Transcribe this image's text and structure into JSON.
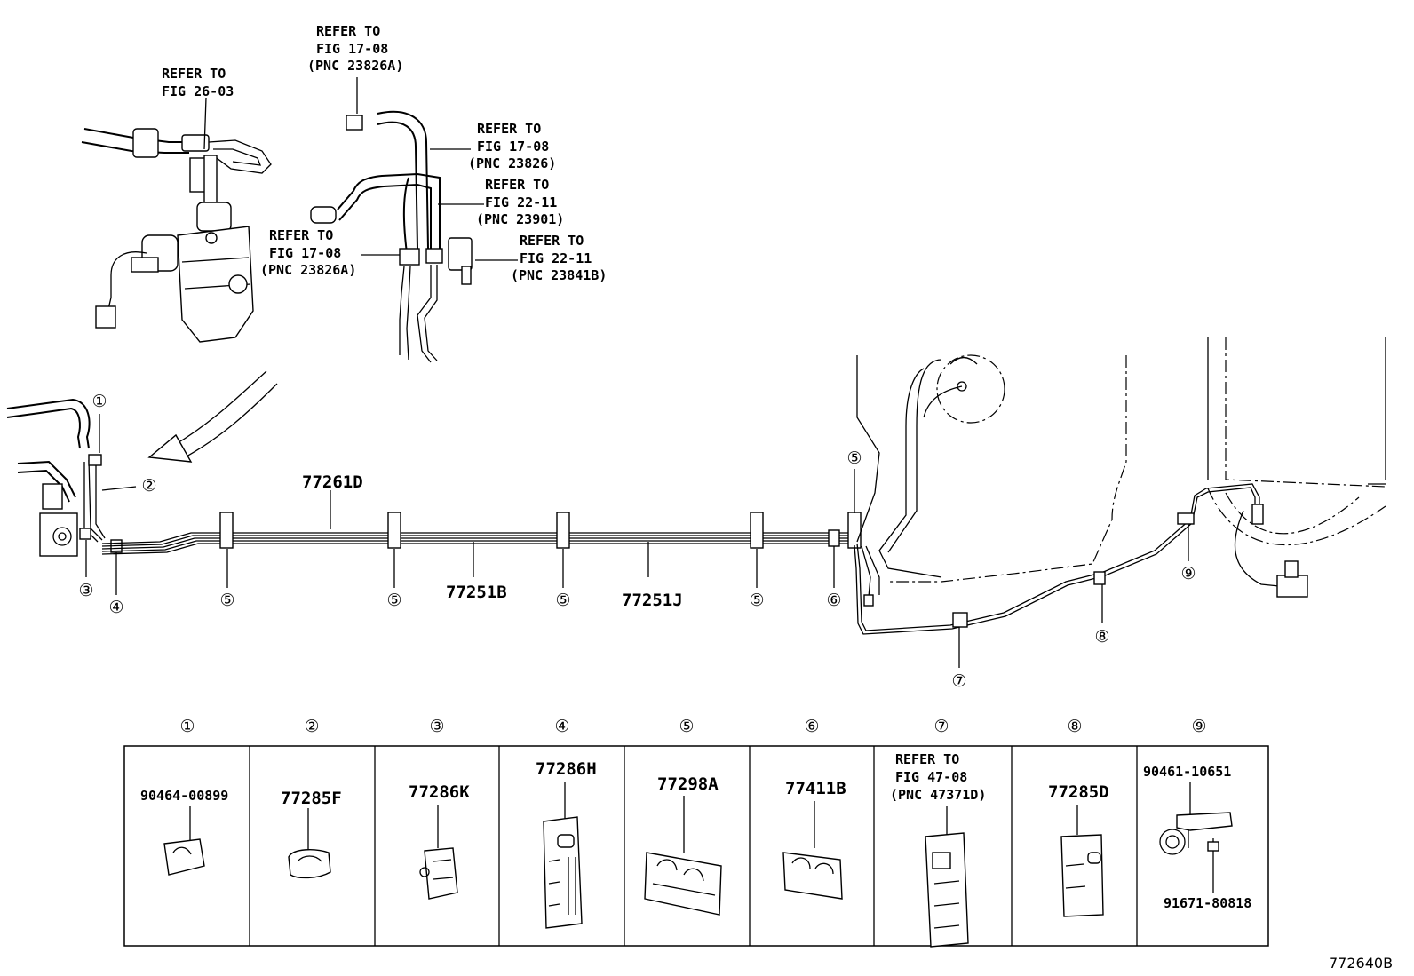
{
  "refs": {
    "r1": [
      "REFER TO",
      "FIG 17-08",
      "(PNC 23826A)"
    ],
    "r2": [
      "REFER TO",
      "FIG 26-03"
    ],
    "r3": [
      "REFER TO",
      "FIG 17-08",
      "(PNC 23826)"
    ],
    "r4": [
      "REFER TO",
      "FIG 22-11",
      "(PNC 23901)"
    ],
    "r5": [
      "REFER TO",
      "FIG 17-08",
      "(PNC 23826A)"
    ],
    "r6": [
      "REFER TO",
      "FIG 22-11",
      "(PNC 23841B)"
    ]
  },
  "line_parts": {
    "p1": "77261D",
    "p2": "77251B",
    "p3": "77251J"
  },
  "callouts": [
    "①",
    "②",
    "③",
    "④",
    "⑤",
    "⑤",
    "⑤",
    "⑤",
    "⑤",
    "⑥",
    "⑦",
    "⑧",
    "⑨"
  ],
  "table": {
    "headers": [
      "①",
      "②",
      "③",
      "④",
      "⑤",
      "⑥",
      "⑦",
      "⑧",
      "⑨"
    ],
    "cells": [
      {
        "parts": [
          "90464-00899"
        ]
      },
      {
        "parts": [
          "77285F"
        ]
      },
      {
        "parts": [
          "77286K"
        ]
      },
      {
        "parts": [
          "77286H"
        ]
      },
      {
        "parts": [
          "77298A"
        ]
      },
      {
        "parts": [
          "77411B"
        ]
      },
      {
        "parts": [
          "REFER TO",
          "FIG 47-08",
          "(PNC 47371D)"
        ]
      },
      {
        "parts": [
          "77285D"
        ]
      },
      {
        "parts": [
          "90461-10651",
          "91671-80818"
        ]
      }
    ]
  },
  "figure_id": "772640B"
}
